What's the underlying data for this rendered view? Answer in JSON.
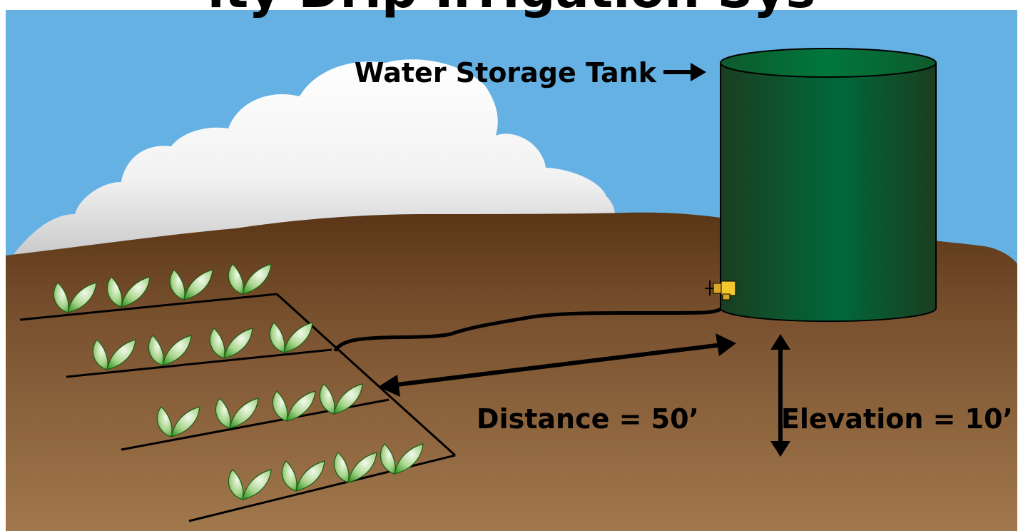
{
  "title_fragment": "ity Drip Irrigation Sys",
  "labels": {
    "tank": "Water Storage Tank",
    "distance": "Distance = 50’",
    "elevation": "Elevation = 10’"
  },
  "colors": {
    "sky": "#66b1e3",
    "ground_light": "#9a7148",
    "ground_dark": "#5a3616",
    "tank_dark": "#1b3d21",
    "tank_mid": "#006a35",
    "leaf_green": "#3a9a2a",
    "leaf_light": "#e6f3d8"
  },
  "icons": {
    "valve": "valve-icon",
    "tank_arrow": "right-arrow-icon",
    "distance_arrow": "double-arrow-icon",
    "elevation_arrow": "vertical-double-arrow-icon"
  }
}
